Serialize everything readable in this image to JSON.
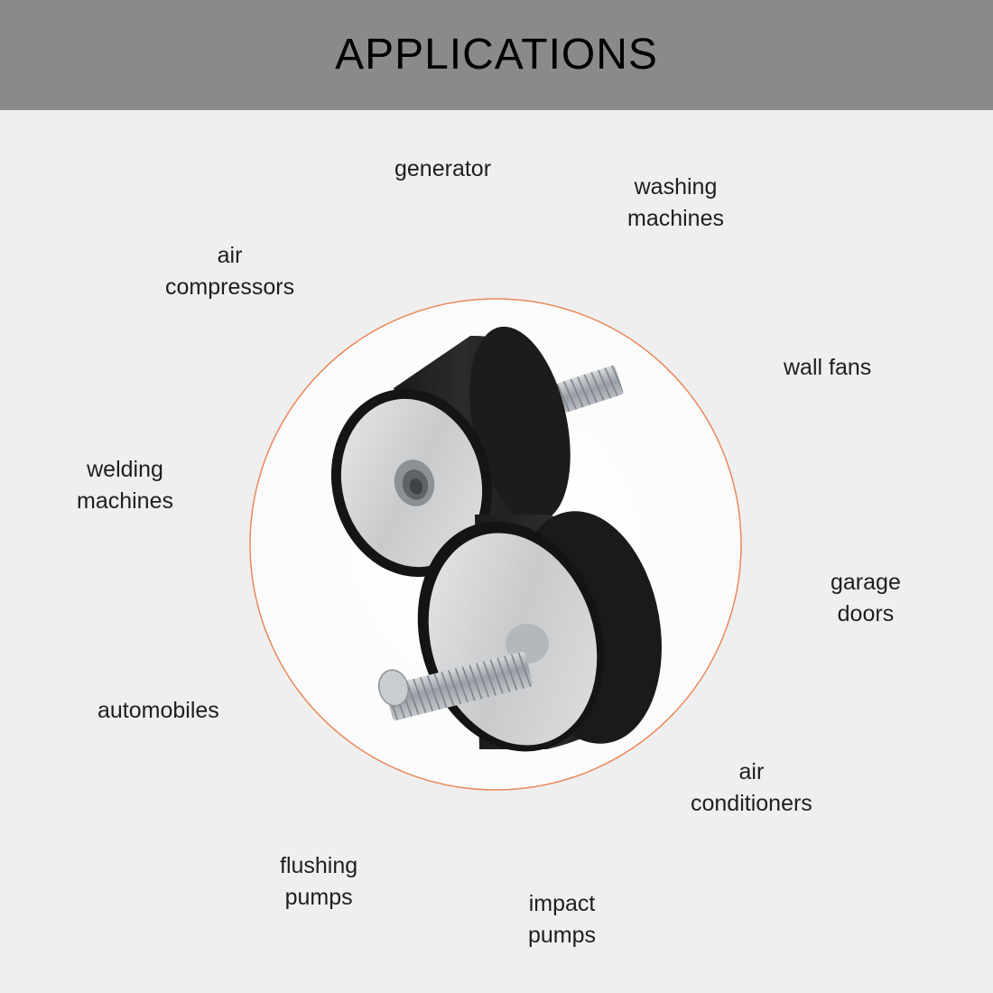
{
  "header": {
    "title": "APPLICATIONS",
    "background_color": "#8a8a8a"
  },
  "accent_color": "#e8895a",
  "product_image": {
    "icon": "vibration-isolator-mounts-image"
  },
  "applications": [
    {
      "id": "generator",
      "lines": [
        "generator"
      ]
    },
    {
      "id": "washing-machines",
      "lines": [
        "washing",
        "machines"
      ]
    },
    {
      "id": "air-compressors",
      "lines": [
        "air",
        "compressors"
      ]
    },
    {
      "id": "wall-fans",
      "lines": [
        "wall fans"
      ]
    },
    {
      "id": "welding-machines",
      "lines": [
        "welding",
        "machines"
      ]
    },
    {
      "id": "garage-doors",
      "lines": [
        "garage",
        "doors"
      ]
    },
    {
      "id": "automobiles",
      "lines": [
        "automobiles"
      ]
    },
    {
      "id": "air-conditioners",
      "lines": [
        "air",
        "conditioners"
      ]
    },
    {
      "id": "flushing-pumps",
      "lines": [
        "flushing",
        "pumps"
      ]
    },
    {
      "id": "impact-pumps",
      "lines": [
        "impact",
        "pumps"
      ]
    }
  ]
}
